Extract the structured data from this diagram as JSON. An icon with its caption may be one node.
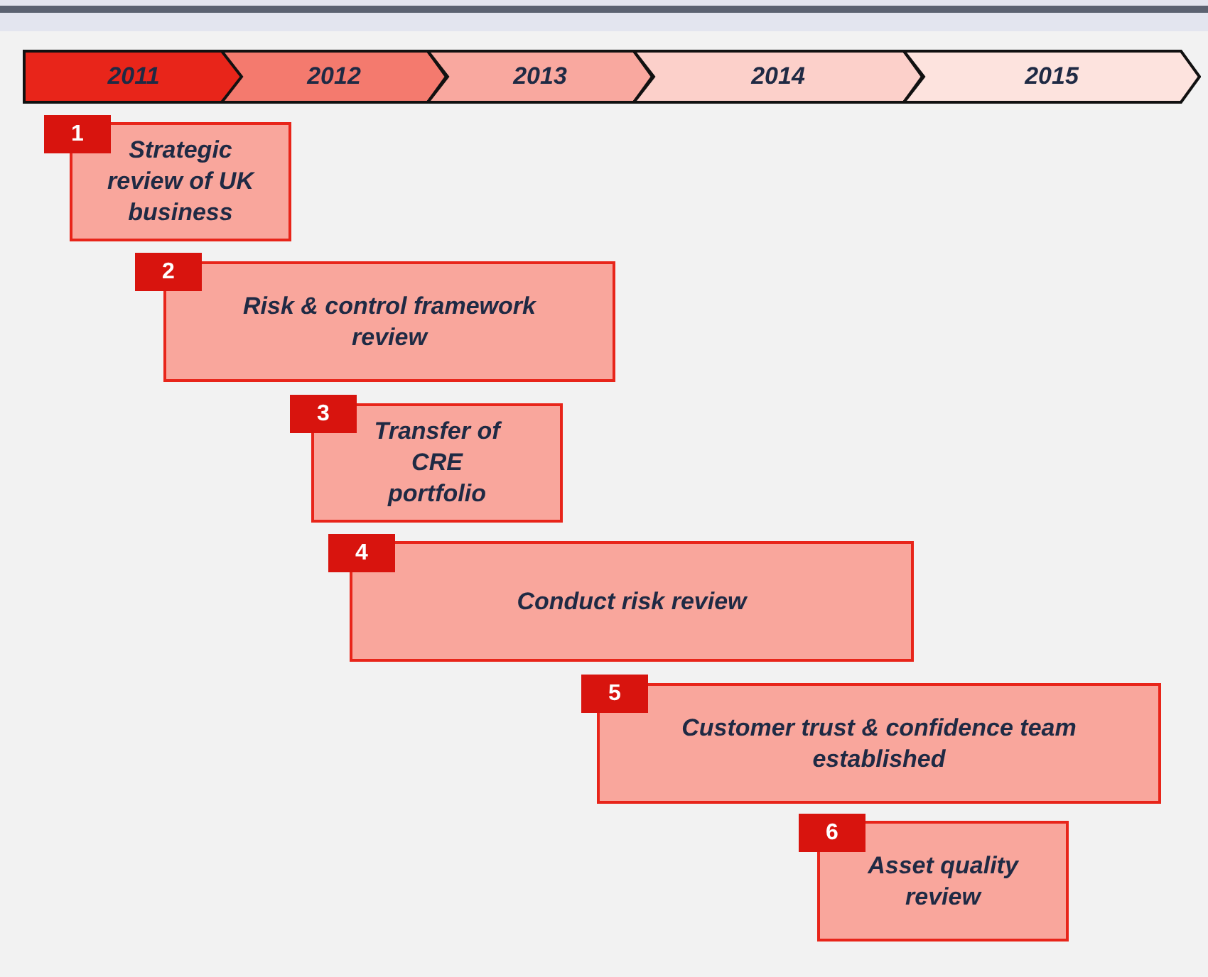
{
  "diagram": {
    "nodes": [
      {
        "text": [
          "2011"
        ]
      },
      {
        "text": [
          "2012"
        ]
      },
      {
        "text": [
          "2013"
        ]
      },
      {
        "text": [
          "2014"
        ]
      },
      {
        "text": [
          "2015"
        ]
      },
      {
        "text": [
          "1"
        ]
      },
      {
        "text": [
          "Strategic review of UK business"
        ]
      },
      {
        "text": [
          "2"
        ]
      },
      {
        "text": [
          "Risk & control framework review"
        ]
      },
      {
        "text": [
          "3"
        ]
      },
      {
        "text": [
          "Transfer of CRE portfolio"
        ]
      },
      {
        "text": [
          "4"
        ]
      },
      {
        "text": [
          "Conduct risk review"
        ]
      },
      {
        "text": [
          "5"
        ]
      },
      {
        "text": [
          "Customer trust & confidence team established"
        ]
      },
      {
        "text": [
          "6"
        ]
      },
      {
        "text": [
          "Asset quality review"
        ]
      }
    ]
  }
}
